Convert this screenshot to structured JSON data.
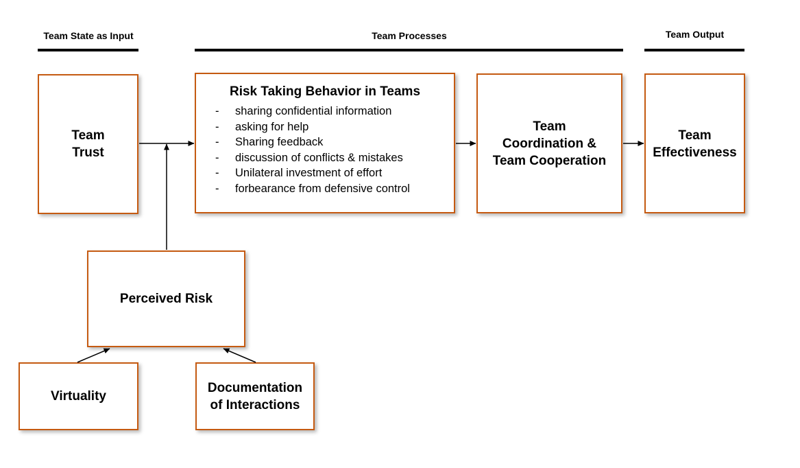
{
  "headers": {
    "input": "Team State as Input",
    "processes": "Team Processes",
    "output": "Team Output"
  },
  "boxes": {
    "team_trust": [
      "Team",
      "Trust"
    ],
    "risk_taking": {
      "title": "Risk Taking Behavior in Teams",
      "items": [
        "sharing confidential information",
        "asking for help",
        "Sharing feedback",
        "discussion of conflicts & mistakes",
        "Unilateral investment of effort",
        "forbearance from defensive control"
      ]
    },
    "coordination": [
      "Team",
      "Coordination &",
      "Team Cooperation"
    ],
    "effectiveness": [
      "Team",
      "Effectiveness"
    ],
    "perceived_risk": "Perceived Risk",
    "virtuality": "Virtuality",
    "documentation": [
      "Documentation",
      "of Interactions"
    ]
  },
  "colors": {
    "box_border": "#c55a11",
    "lines": "#000000"
  }
}
